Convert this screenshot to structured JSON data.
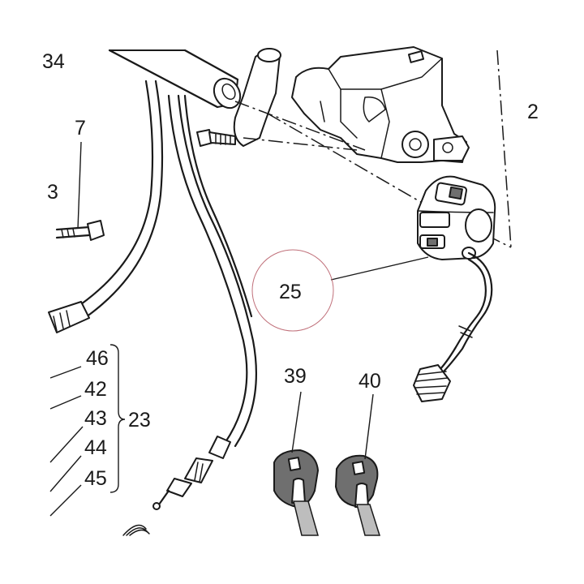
{
  "callouts": {
    "c34": "34",
    "c7": "7",
    "c3": "3",
    "c2": "2",
    "c25": "25",
    "c46": "46",
    "c42": "42",
    "c43": "43",
    "c44": "44",
    "c45": "45",
    "c23": "23",
    "c39": "39",
    "c40": "40"
  },
  "colors": {
    "line": "#1a1a1a",
    "highlight_circle": "#c0707a",
    "key_grey": "#6f6f6f"
  }
}
